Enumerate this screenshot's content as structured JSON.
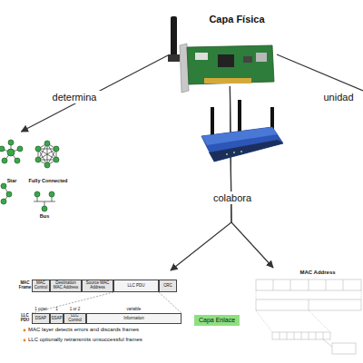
{
  "diagram": {
    "nodes": [
      {
        "text": [
          "Capa Física"
        ]
      },
      {
        "text": [
          "Star",
          "Fully Connected",
          "Bus"
        ]
      },
      {
        "text": [
          "MAC Frame",
          "MAC Control",
          "Destination MAC Address",
          "Source MAC Address",
          "LLC PDU",
          "CRC",
          "LLC PDU",
          "1 octet",
          "1",
          "1 or 2",
          "variable",
          "DSAP",
          "SSAP",
          "LLC Control",
          "Information",
          "MAC layer detects errors and discards frames",
          "LLC optionally retransmits unsuccessful frames"
        ]
      },
      {
        "text": [
          "MAC Address"
        ]
      },
      {
        "text": [
          "Capa Enlace"
        ]
      }
    ],
    "edges": [
      {
        "from": 0,
        "to": 1,
        "label": "determina",
        "arrow": "to"
      },
      {
        "from": 0,
        "to": 2,
        "label": "colabora",
        "arrow": "to"
      },
      {
        "from": 0,
        "to": 3,
        "arrow": "to"
      }
    ],
    "labels": [
      "unidad"
    ]
  }
}
